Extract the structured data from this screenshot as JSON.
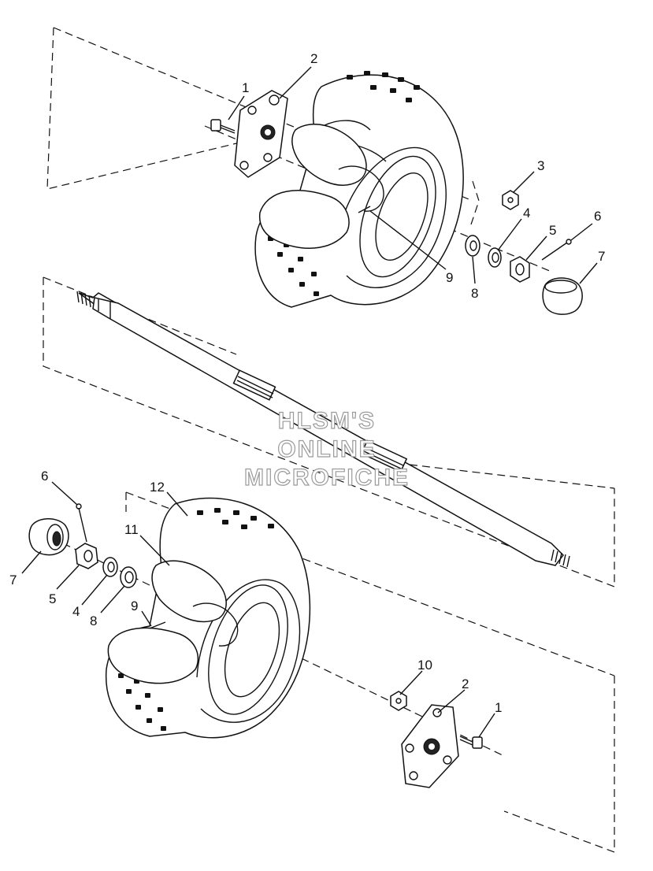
{
  "watermark": {
    "line1": "HLSM'S",
    "line2": "ONLINE",
    "line3": "MICROFICHE"
  },
  "callouts": {
    "top": {
      "c1": "1",
      "c2": "2",
      "c3": "3",
      "c4": "4",
      "c5": "5",
      "c6": "6",
      "c7": "7",
      "c8": "8",
      "c9": "9"
    },
    "bottom": {
      "c6": "6",
      "c7": "7",
      "c5": "5",
      "c4": "4",
      "c8": "8",
      "c12": "12",
      "c11": "11",
      "c9": "9",
      "c10": "10",
      "c2": "2",
      "c1": "1"
    }
  }
}
